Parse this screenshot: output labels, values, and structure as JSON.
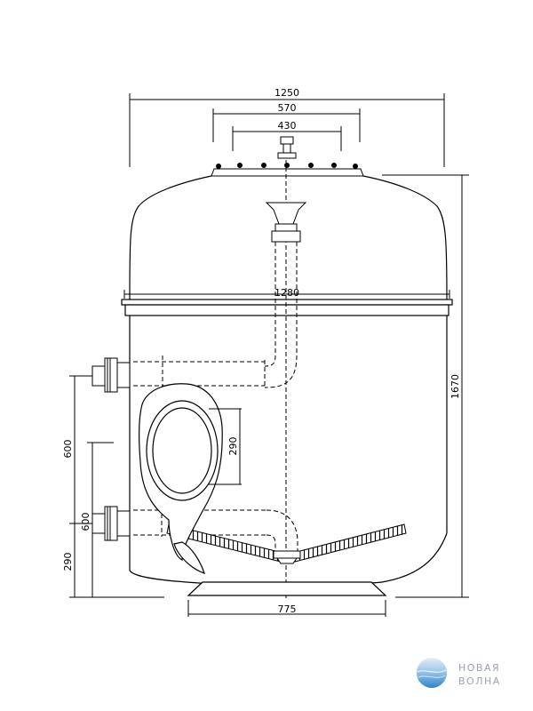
{
  "dimensions": {
    "overall_width": "1250",
    "flange_outer": "570",
    "flange_inner": "430",
    "belt_diameter": "1280",
    "total_height": "1670",
    "manhole_height": "290",
    "base_width": "775",
    "left_upper_600": "600",
    "left_lower_290": "290",
    "inner_600": "600"
  },
  "logo": {
    "line1": "НОВАЯ",
    "line2": "ВОЛНА",
    "colors": {
      "top": "#c9d7ea",
      "mid": "#7fb6e3",
      "bottom": "#3e8fd4"
    }
  },
  "colors": {
    "line": "#000000",
    "background": "#ffffff"
  }
}
